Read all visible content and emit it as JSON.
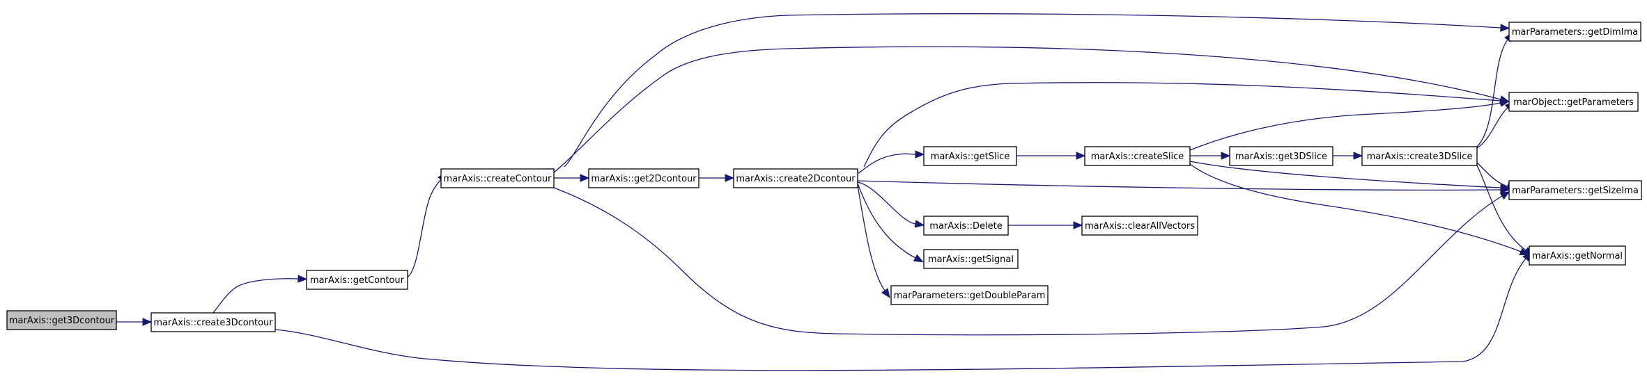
{
  "graph": {
    "type": "call-graph",
    "nodes": [
      {
        "id": "get3Dcontour",
        "label": "marAxis::get3Dcontour",
        "root": true
      },
      {
        "id": "create3Dcontour",
        "label": "marAxis::create3Dcontour"
      },
      {
        "id": "getContour",
        "label": "marAxis::getContour"
      },
      {
        "id": "createContour",
        "label": "marAxis::createContour"
      },
      {
        "id": "get2Dcontour",
        "label": "marAxis::get2Dcontour"
      },
      {
        "id": "create2Dcontour",
        "label": "marAxis::create2Dcontour"
      },
      {
        "id": "getSlice",
        "label": "marAxis::getSlice"
      },
      {
        "id": "createSlice",
        "label": "marAxis::createSlice"
      },
      {
        "id": "get3DSlice",
        "label": "marAxis::get3DSlice"
      },
      {
        "id": "create3DSlice",
        "label": "marAxis::create3DSlice"
      },
      {
        "id": "Delete",
        "label": "marAxis::Delete"
      },
      {
        "id": "clearAllVectors",
        "label": "marAxis::clearAllVectors"
      },
      {
        "id": "getSignal",
        "label": "marAxis::getSignal"
      },
      {
        "id": "getDoubleParam",
        "label": "marParameters::getDoubleParam"
      },
      {
        "id": "getDimIma",
        "label": "marParameters::getDimIma"
      },
      {
        "id": "getParameters",
        "label": "marObject::getParameters"
      },
      {
        "id": "getSizeIma",
        "label": "marParameters::getSizeIma"
      },
      {
        "id": "getNormal",
        "label": "marAxis::getNormal"
      }
    ],
    "edges": [
      {
        "from": "get3Dcontour",
        "to": "create3Dcontour"
      },
      {
        "from": "create3Dcontour",
        "to": "getContour"
      },
      {
        "from": "create3Dcontour",
        "to": "getNormal"
      },
      {
        "from": "getContour",
        "to": "createContour"
      },
      {
        "from": "createContour",
        "to": "get2Dcontour"
      },
      {
        "from": "createContour",
        "to": "getDimIma"
      },
      {
        "from": "createContour",
        "to": "getParameters"
      },
      {
        "from": "createContour",
        "to": "getSizeIma"
      },
      {
        "from": "get2Dcontour",
        "to": "create2Dcontour"
      },
      {
        "from": "create2Dcontour",
        "to": "getSlice"
      },
      {
        "from": "create2Dcontour",
        "to": "getParameters"
      },
      {
        "from": "create2Dcontour",
        "to": "getSizeIma"
      },
      {
        "from": "create2Dcontour",
        "to": "Delete"
      },
      {
        "from": "create2Dcontour",
        "to": "getSignal"
      },
      {
        "from": "create2Dcontour",
        "to": "getDoubleParam"
      },
      {
        "from": "getSlice",
        "to": "createSlice"
      },
      {
        "from": "createSlice",
        "to": "get3DSlice"
      },
      {
        "from": "createSlice",
        "to": "getParameters"
      },
      {
        "from": "createSlice",
        "to": "getSizeIma"
      },
      {
        "from": "createSlice",
        "to": "getNormal"
      },
      {
        "from": "get3DSlice",
        "to": "create3DSlice"
      },
      {
        "from": "create3DSlice",
        "to": "getDimIma"
      },
      {
        "from": "create3DSlice",
        "to": "getParameters"
      },
      {
        "from": "create3DSlice",
        "to": "getSizeIma"
      },
      {
        "from": "create3DSlice",
        "to": "getNormal"
      },
      {
        "from": "Delete",
        "to": "clearAllVectors"
      }
    ],
    "colors": {
      "edge": "#191970",
      "node_border": "#000000",
      "node_fill": "#ffffff",
      "root_fill": "#bfbfbf",
      "text": "#000000"
    }
  }
}
